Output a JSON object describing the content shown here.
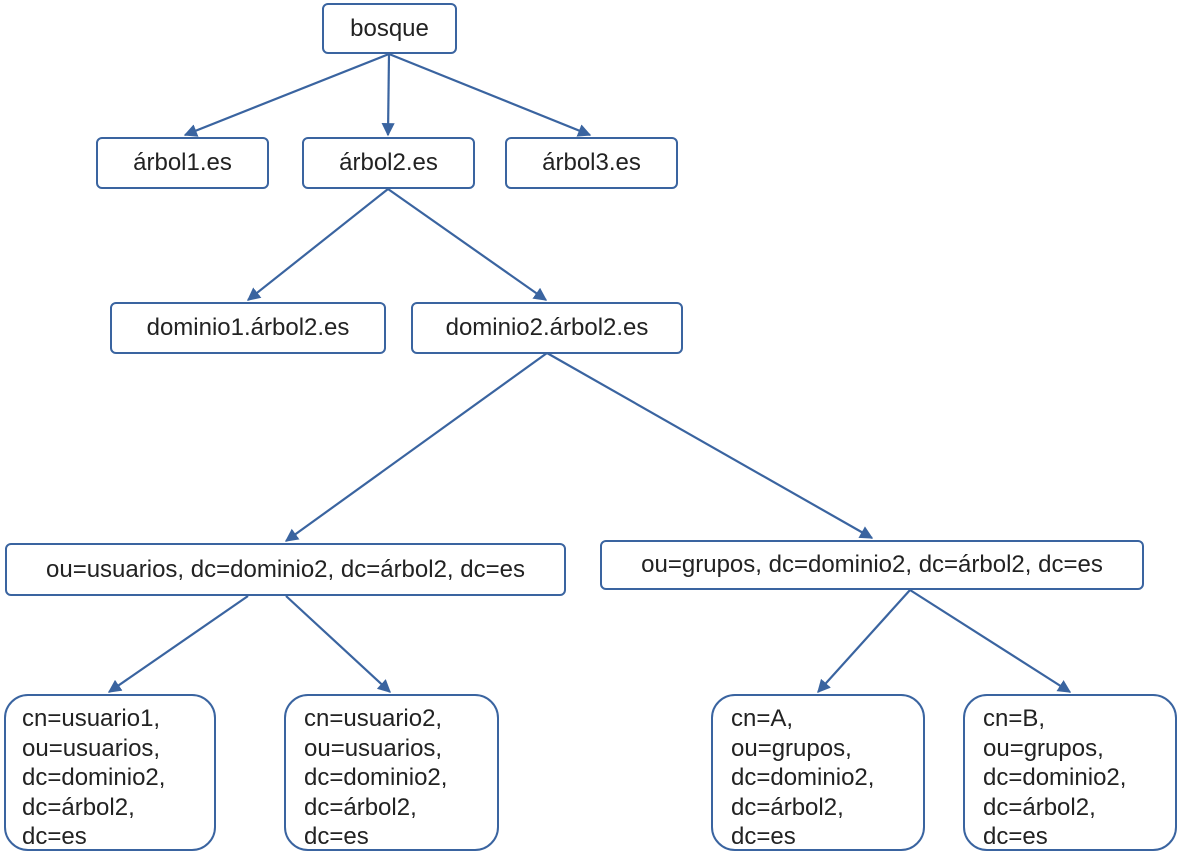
{
  "colors": {
    "stroke": "#3a64a0",
    "text": "#222222",
    "background": "#ffffff"
  },
  "nodes": {
    "bosque": "bosque",
    "arbol1": "árbol1.es",
    "arbol2": "árbol2.es",
    "arbol3": "árbol3.es",
    "dominio1": "dominio1.árbol2.es",
    "dominio2": "dominio2.árbol2.es",
    "ou_usuarios": "ou=usuarios, dc=dominio2, dc=árbol2, dc=es",
    "ou_grupos": "ou=grupos, dc=dominio2, dc=árbol2, dc=es"
  },
  "leaves": {
    "usuario1": [
      "cn=usuario1,",
      "ou=usuarios,",
      "dc=dominio2,",
      "dc=árbol2,",
      "dc=es"
    ],
    "usuario2": [
      "cn=usuario2,",
      "ou=usuarios,",
      "dc=dominio2,",
      "dc=árbol2,",
      "dc=es"
    ],
    "grupo_a": [
      "cn=A,",
      "ou=grupos,",
      "dc=dominio2,",
      "dc=árbol2,",
      "dc=es"
    ],
    "grupo_b": [
      "cn=B,",
      "ou=grupos,",
      "dc=dominio2,",
      "dc=árbol2,",
      "dc=es"
    ]
  }
}
